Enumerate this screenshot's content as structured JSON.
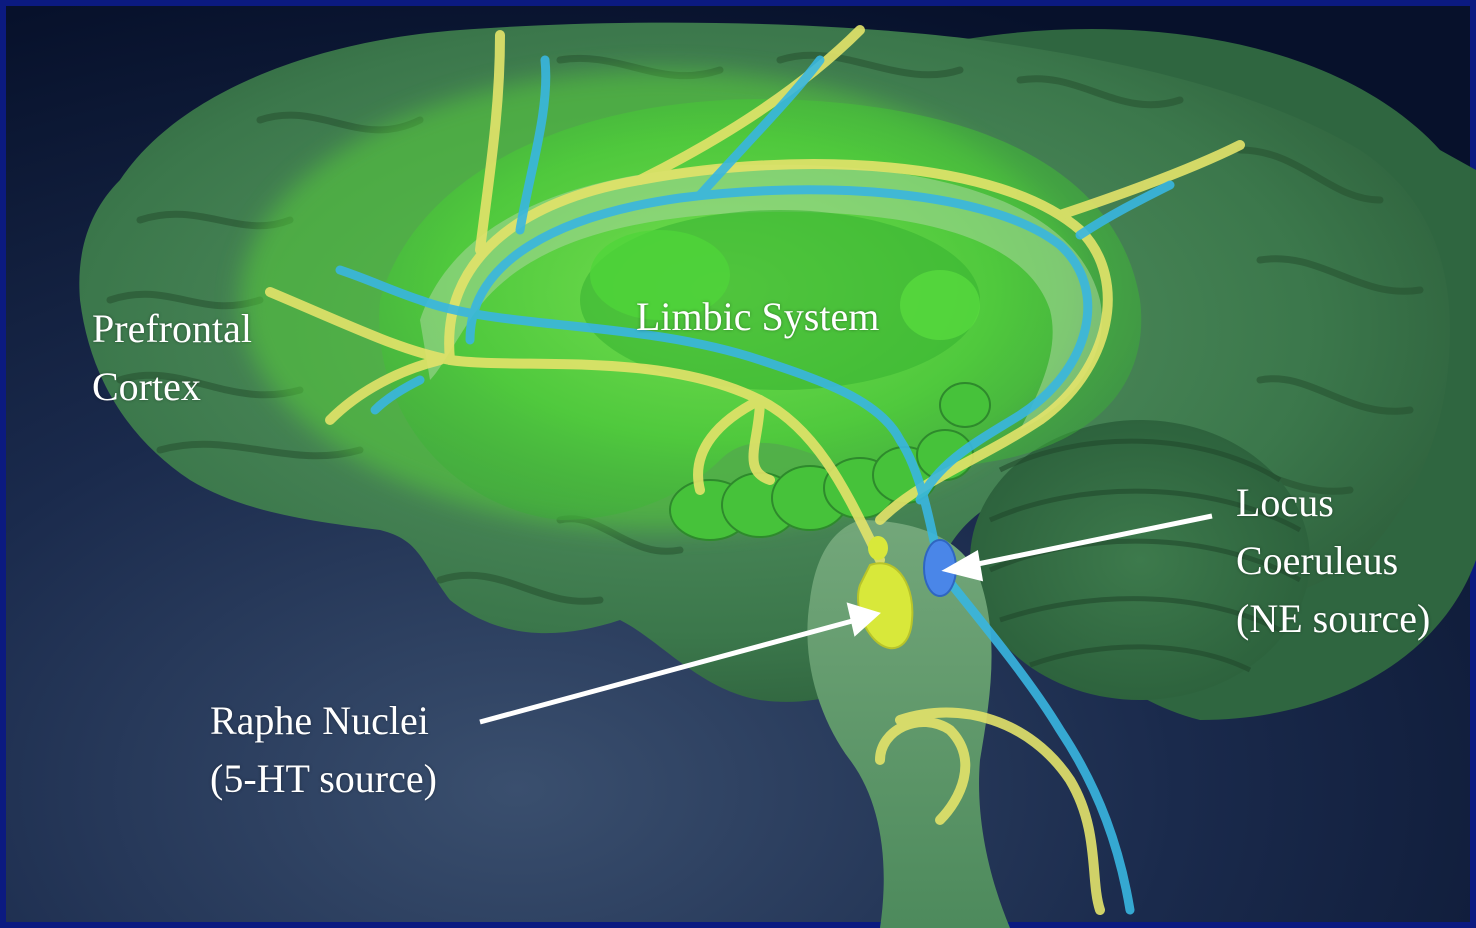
{
  "diagram": {
    "labels": {
      "prefrontal_cortex": [
        "Prefrontal",
        "Cortex"
      ],
      "limbic_system": "Limbic System",
      "locus_coeruleus": [
        "Locus",
        "Coeruleus",
        "(NE source)"
      ],
      "raphe_nuclei": [
        "Raphe Nuclei",
        "(5-HT source)"
      ]
    },
    "colors": {
      "background": "#0a1636",
      "brain": "#3f7d50",
      "limbic": "#5fd63e",
      "serotonin_pathway": "#e3e36a",
      "norepinephrine_pathway": "#39b6e0",
      "locus_coeruleus_nucleus": "#4a86e8",
      "raphe_nucleus": "#d8e83a",
      "arrow": "#ffffff",
      "text": "#ffffff"
    }
  }
}
